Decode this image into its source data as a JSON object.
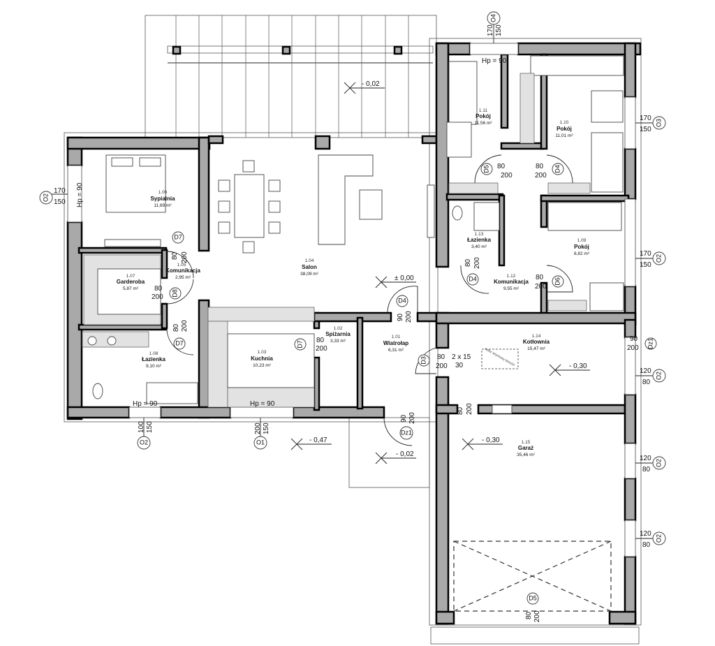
{
  "rooms": [
    {
      "number": "1.01",
      "name": "Wiatrołap",
      "area": "6,31 m²"
    },
    {
      "number": "1.02",
      "name": "Spiżarnia",
      "area": "3,33 m²"
    },
    {
      "number": "1.03",
      "name": "Kuchnia",
      "area": "10,23 m²"
    },
    {
      "number": "1.04",
      "name": "Salon",
      "area": "38,09 m²"
    },
    {
      "number": "1.05",
      "name": "Komunikacja",
      "area": "2,95 m²"
    },
    {
      "number": "1.06",
      "name": "Sypialnia",
      "area": "11,69 m²"
    },
    {
      "number": "1.07",
      "name": "Garderoba",
      "area": "5,87 m²"
    },
    {
      "number": "1.08",
      "name": "Łazienka",
      "area": "9,10 m²"
    },
    {
      "number": "1.09",
      "name": "Pokój",
      "area": "8,82 m²"
    },
    {
      "number": "1.10",
      "name": "Pokój",
      "area": "11,01 m²"
    },
    {
      "number": "1.11",
      "name": "Pokój",
      "area": "11,56 m²"
    },
    {
      "number": "1.12",
      "name": "Komunikacja",
      "area": "9,55 m²"
    },
    {
      "number": "1.13",
      "name": "Łazienka",
      "area": "3,40 m²"
    },
    {
      "number": "1.14",
      "name": "Kotłownia",
      "area": "15,47 m²"
    },
    {
      "number": "1.15",
      "name": "Garaż",
      "area": "35,46 m²"
    }
  ],
  "levels": [
    "- 0,02",
    "± 0,00",
    "- 0,30",
    "- 0,30",
    "- 0,47",
    "- 0,02"
  ],
  "sill_heights": [
    "Hp = 90",
    "Hp = 90",
    "Hp = 90",
    "Hp = 90"
  ],
  "doors": [
    {
      "tag": "D7",
      "w": "80",
      "h": "200"
    },
    {
      "tag": "D8",
      "w": "80",
      "h": "200"
    },
    {
      "tag": "D7",
      "w": "80",
      "h": "200"
    },
    {
      "tag": "D7",
      "w": "80",
      "h": "200"
    },
    {
      "tag": "D4",
      "w": "90",
      "h": "200"
    },
    {
      "tag": "D3",
      "w": "80",
      "h": "200"
    },
    {
      "tag": "D5",
      "w": "80",
      "h": "200"
    },
    {
      "tag": "D4",
      "w": "80",
      "h": "200"
    },
    {
      "tag": "D4",
      "w": "80",
      "h": "200"
    },
    {
      "tag": "D6",
      "w": "80",
      "h": "200"
    },
    {
      "tag": "Dz1",
      "w": "90",
      "h": "200"
    },
    {
      "tag": "Dz1",
      "w": "90",
      "h": "200"
    },
    {
      "tag": "D5",
      "w": "80",
      "h": "200"
    },
    {
      "tag": "",
      "w": "80",
      "h": "200"
    }
  ],
  "windows": [
    {
      "tag": "O2",
      "w": "170",
      "h": "150"
    },
    {
      "tag": "O2",
      "w": "100",
      "h": "150"
    },
    {
      "tag": "O1",
      "w": "200",
      "h": "150"
    },
    {
      "tag": "O4",
      "w": "170",
      "h": "150"
    },
    {
      "tag": "O3",
      "w": "170",
      "h": "150"
    },
    {
      "tag": "O2",
      "w": "170",
      "h": "150"
    },
    {
      "tag": "O2",
      "w": "120",
      "h": "80"
    },
    {
      "tag": "O2",
      "w": "120",
      "h": "80"
    },
    {
      "tag": "O2",
      "w": "120",
      "h": "80"
    }
  ],
  "vent": {
    "a": "2 x 15",
    "b": "30"
  },
  "attic_hatch": "wyłaz strychowy 60x100"
}
